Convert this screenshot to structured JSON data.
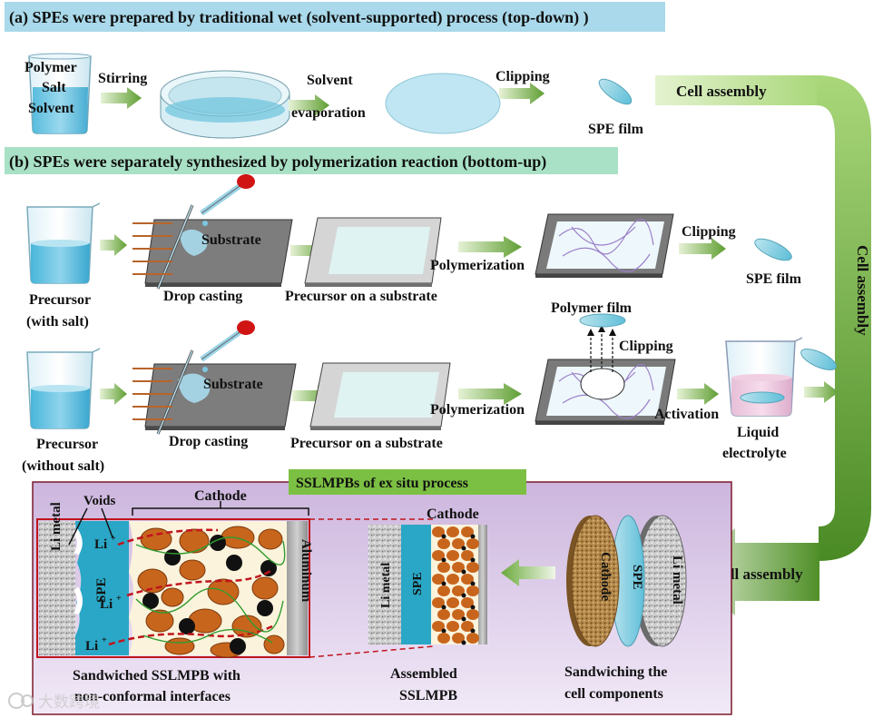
{
  "section_a": {
    "title": "(a) SPEs were prepared by traditional wet (solvent-supported) process (top-down) )",
    "beaker_label_1": "Polymer",
    "beaker_label_2": "Salt",
    "beaker_label_3": "Solvent",
    "step_stirring": "Stirring",
    "step_solvent": "Solvent",
    "step_evaporation": "evaporation",
    "step_clipping": "Clipping",
    "result": "SPE film"
  },
  "section_b": {
    "title": "(b) SPEs were separately synthesized by polymerization reaction (bottom-up)",
    "row1": {
      "precursor_1": "Precursor",
      "precursor_2": "(with salt)",
      "substrate": "Substrate",
      "drop_casting": "Drop casting",
      "precursor_on_substrate": "Precursor on a substrate",
      "polymerization": "Polymerization",
      "clipping": "Clipping",
      "result": "SPE film"
    },
    "row2": {
      "precursor_1": "Precursor",
      "precursor_2": "(without salt)",
      "substrate": "Substrate",
      "drop_casting": "Drop casting",
      "precursor_on_substrate": "Precursor on a substrate",
      "polymerization": "Polymerization",
      "polymer_film": "Polymer film",
      "clipping": "Clipping",
      "activation": "Activation",
      "liquid_1": "Liquid",
      "liquid_2": "electrolyte"
    }
  },
  "cell_assembly": {
    "top": "Cell assembly",
    "right": "Cell assembly",
    "bottom": "Cell assembly"
  },
  "sslmpb": {
    "title": "SSLMPBs of  ex situ process",
    "voids": "Voids",
    "cathode_bracket": "Cathode",
    "li_metal": "Li metal",
    "spe": "SPE",
    "li_ion": "Li",
    "li_ion_sup": "+",
    "aluminum": "Aluminum",
    "caption_left_1": "Sandwiched SSLMPB with",
    "caption_left_2": "non-conformal interfaces",
    "assembled_cathode": "Cathode",
    "assembled_li_metal": "Li metal",
    "assembled_spe": "SPE",
    "caption_mid_1": "Assembled",
    "caption_mid_2": "SSLMPB",
    "disc_cathode": "Cathode",
    "disc_spe": "SPE",
    "disc_li_metal": "Li metal",
    "caption_right_1": "Sandwiching the",
    "caption_right_2": "cell components"
  },
  "watermark": "大数跨境",
  "colors": {
    "title_bg": "#a9d9ea",
    "arrow_green": "#6aaa3c",
    "band_green": "#8cc152",
    "panel_purple": "#d9c8e6",
    "spe_cyan": "#2aa7c6",
    "cathode_brown": "#c8651c",
    "dashed_red": "#c0141c"
  }
}
